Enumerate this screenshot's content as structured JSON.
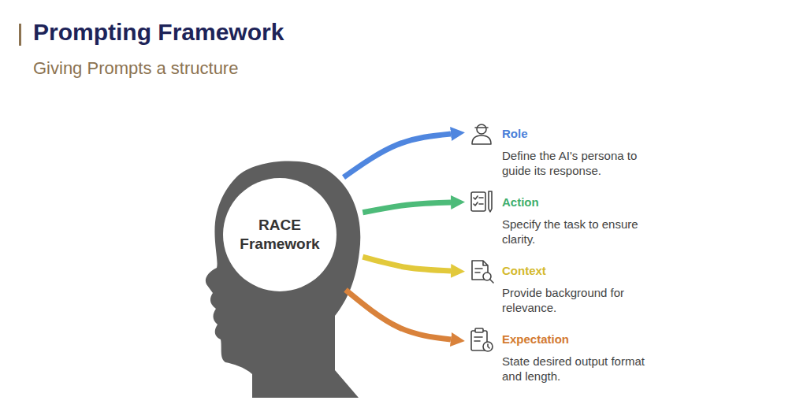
{
  "diagram": {
    "title": "Prompting Framework",
    "nodes": [
      {
        "text": [
          "RACE Framework"
        ]
      },
      {
        "text": [
          "Role",
          "Define the AI's persona to guide its response."
        ]
      },
      {
        "text": [
          "Action",
          "Specify the task to ensure clarity."
        ]
      },
      {
        "text": [
          "Context",
          "Provide background for relevance."
        ]
      },
      {
        "text": [
          "Expectation",
          "State desired output format and length."
        ]
      }
    ],
    "edges": [
      {
        "from": 0,
        "to": 1,
        "arrow": "to"
      },
      {
        "from": 0,
        "to": 2,
        "arrow": "to"
      },
      {
        "from": 0,
        "to": 3,
        "arrow": "to"
      },
      {
        "from": 0,
        "to": 4,
        "arrow": "to"
      }
    ],
    "labels": [
      "Giving Prompts a structure"
    ]
  }
}
